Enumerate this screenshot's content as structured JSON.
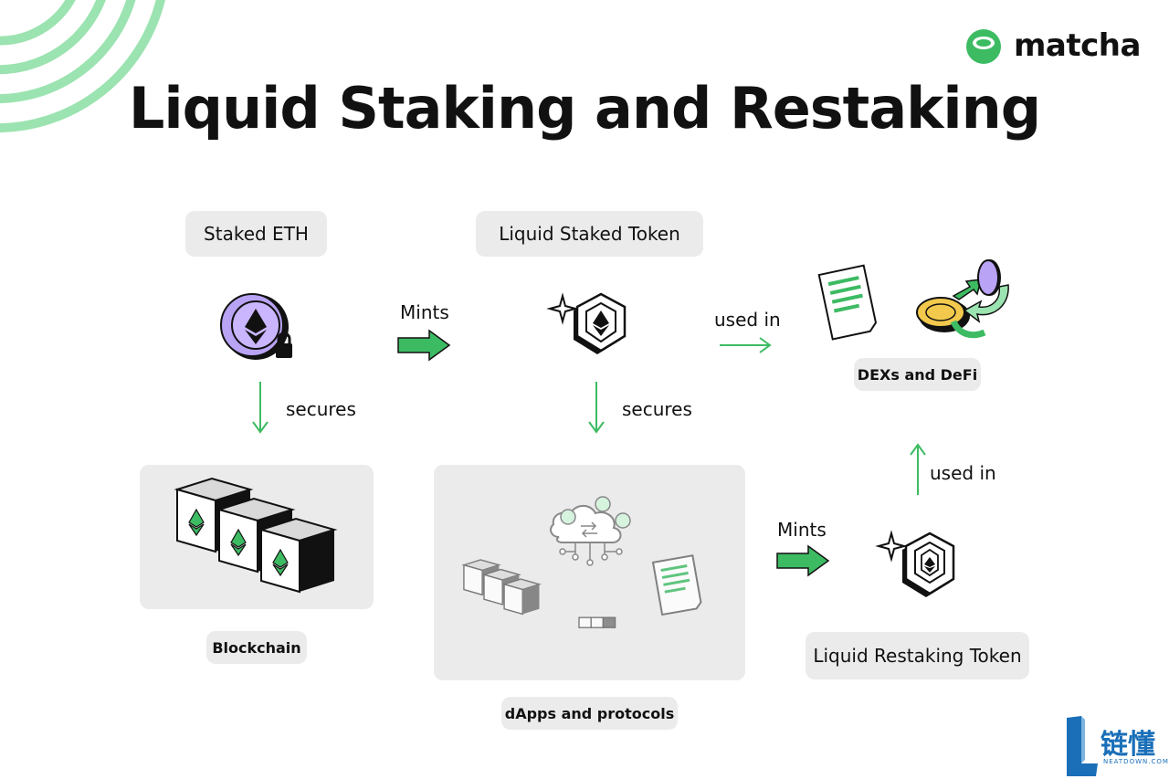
{
  "brand": {
    "name": "matcha",
    "accent": "#3dbb63",
    "light_accent": "#9be3b0"
  },
  "title": "Liquid Staking and Restaking",
  "nodes": {
    "staked_eth": "Staked ETH",
    "liquid_staked_token": "Liquid Staked Token",
    "dexs_defi": "DEXs and DeFi",
    "blockchain": "Blockchain",
    "dapps": "dApps and protocols",
    "liquid_restaking_token": "Liquid Restaking Token"
  },
  "edges": {
    "mints_1": "Mints",
    "secures_1": "secures",
    "used_in_1": "used in",
    "secures_2": "secures",
    "mints_2": "Mints",
    "used_in_2": "used in"
  },
  "watermark": {
    "main": "链懂",
    "sub": "NEATDOWN.COM"
  },
  "icons": {
    "staked_eth": "eth-coin-lock-icon",
    "lst": "eth-shield-hexagon-icon",
    "lrt": "restaking-hexagon-icon",
    "defi": "document-coins-swap-icon",
    "blockchain": "eth-blocks-icon",
    "dapps": "cloud-network-blocks-icon"
  }
}
